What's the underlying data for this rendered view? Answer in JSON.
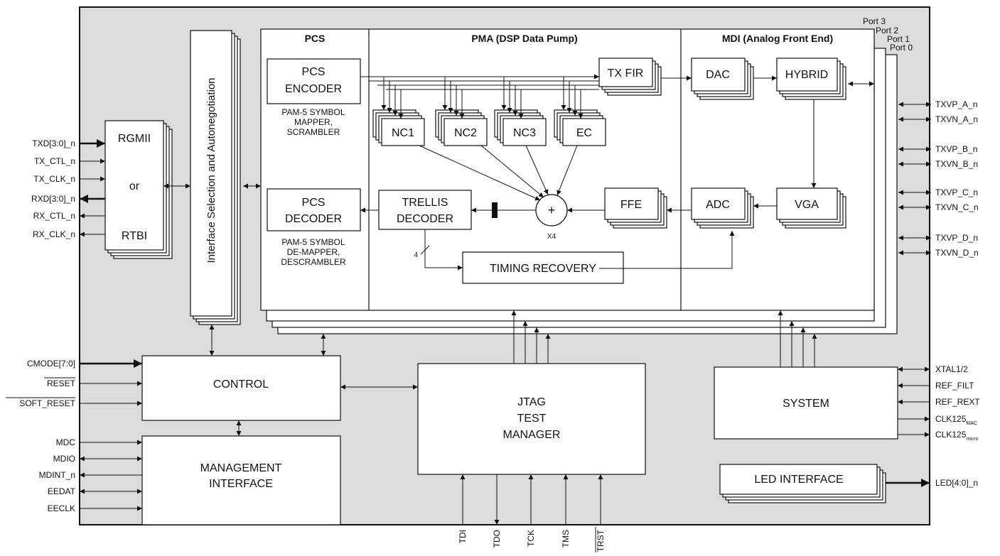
{
  "sections": {
    "pcs": "PCS",
    "pma": "PMA (DSP Data Pump)",
    "mdi": "MDI (Analog Front End)"
  },
  "ports": [
    "Port 3",
    "Port 2",
    "Port 1",
    "Port 0"
  ],
  "blocks": {
    "rgmii": [
      "RGMII",
      "or",
      "RTBI"
    ],
    "iface_sel": "Interface Selection and Autonegotiation",
    "pcs_encoder": [
      "PCS",
      "ENCODER"
    ],
    "pcs_encoder_note": [
      "PAM-5 SYMBOL",
      "MAPPER,",
      "SCRAMBLER"
    ],
    "pcs_decoder": [
      "PCS",
      "DECODER"
    ],
    "pcs_decoder_note": [
      "PAM-5 SYMBOL",
      "DE-MAPPER,",
      "DESCRAMBLER"
    ],
    "tx_fir": "TX FIR",
    "nc1": "NC1",
    "nc2": "NC2",
    "nc3": "NC3",
    "ec": "EC",
    "trellis": [
      "TRELLIS",
      "DECODER"
    ],
    "sum": "+",
    "sum_note": "X4",
    "ffe": "FFE",
    "timing": "TIMING RECOVERY",
    "bus_width": "4",
    "dac": "DAC",
    "hybrid": "HYBRID",
    "vga": "VGA",
    "adc": "ADC",
    "control": "CONTROL",
    "mgmt": [
      "MANAGEMENT",
      "INTERFACE"
    ],
    "jtag": [
      "JTAG",
      "TEST",
      "MANAGER"
    ],
    "system": "SYSTEM",
    "led": "LED INTERFACE"
  },
  "left_pins_rgmii": [
    "TXD[3:0]_n",
    "TX_CTL_n",
    "TX_CLK_n",
    "RXD[3:0]_n",
    "RX_CTL_n",
    "RX_CLK_n"
  ],
  "left_pins_control": [
    "CMODE[7:0]",
    "RESET",
    "SOFT_RESET"
  ],
  "left_pins_mgmt": [
    "MDC",
    "MDIO",
    "MDINT_n",
    "EEDAT",
    "EECLK"
  ],
  "right_pins_mdi": [
    "TXVP_A_n",
    "TXVN_A_n",
    "TXVP_B_n",
    "TXVN_B_n",
    "TXVP_C_n",
    "TXVN_C_n",
    "TXVP_D_n",
    "TXVN_D_n"
  ],
  "right_pins_system": [
    {
      "base": "XTAL1/2",
      "sub": ""
    },
    {
      "base": "REF_FILT",
      "sub": ""
    },
    {
      "base": "REF_REXT",
      "sub": ""
    },
    {
      "base": "CLK125",
      "sub": "MAC"
    },
    {
      "base": "CLK125",
      "sub": "micro"
    }
  ],
  "right_pin_led": "LED[4:0]_n",
  "bottom_pins": [
    "TDI",
    "TDO",
    "TCK",
    "TMS",
    "TRST"
  ]
}
